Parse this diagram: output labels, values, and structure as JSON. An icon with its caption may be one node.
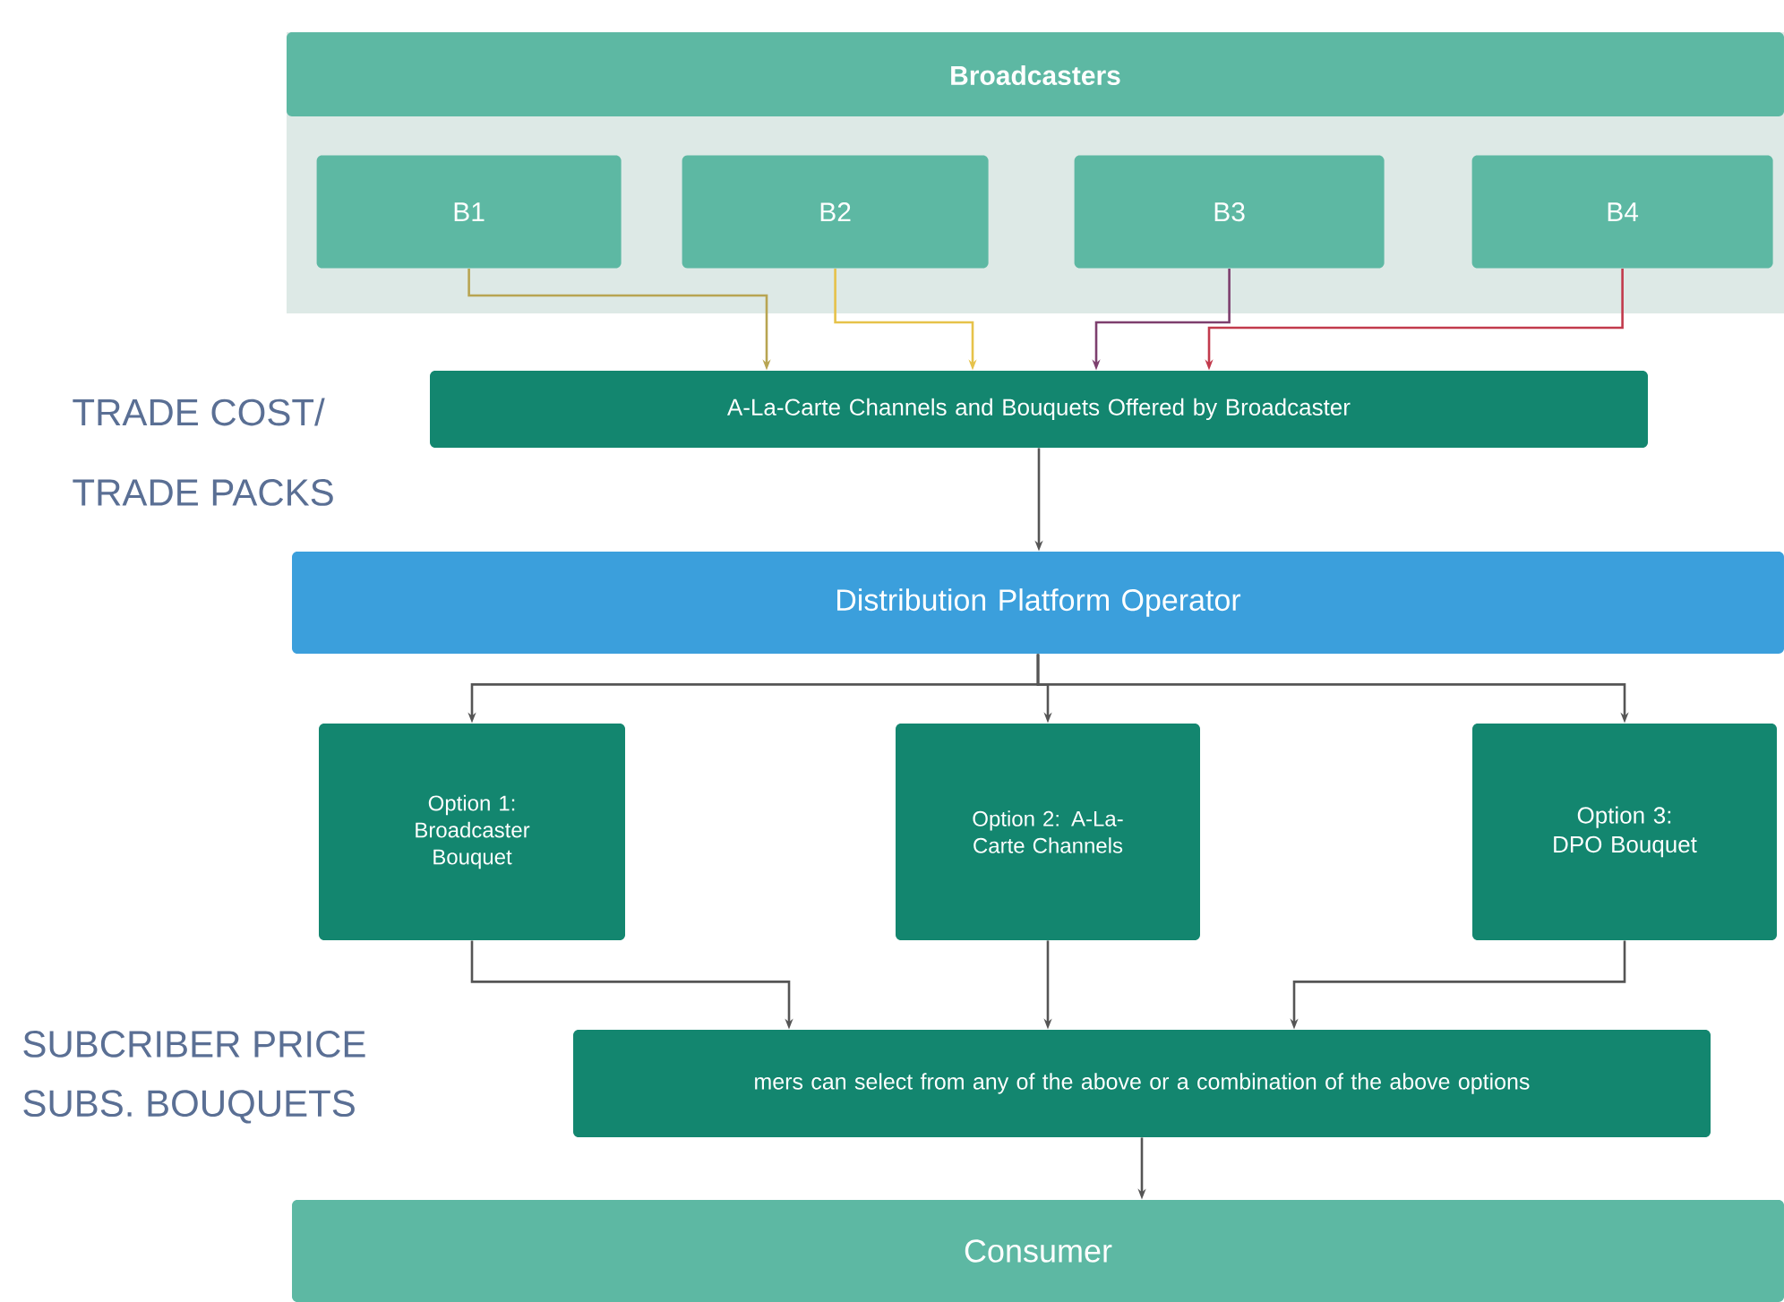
{
  "diagram": {
    "nodes": [
      {
        "text": [
          "Broadcasters"
        ]
      },
      {
        "text": [
          "B1"
        ],
        "in": 0
      },
      {
        "text": [
          "B2"
        ],
        "in": 0
      },
      {
        "text": [
          "B3"
        ],
        "in": 0
      },
      {
        "text": [
          "B4"
        ],
        "in": 0
      },
      {
        "text": [
          "A-La-Carte Channels and Bouquets Offered by Broadcaster"
        ]
      },
      {
        "text": [
          "Distribution Platform Operator"
        ]
      },
      {
        "text": [
          "Option 1: Broadcaster Bouquet"
        ]
      },
      {
        "text": [
          "Option 2: A-La-Carte Channels"
        ]
      },
      {
        "text": [
          "Option 3: DPO Bouquet"
        ]
      },
      {
        "text": [
          "mers can select from any of the above or a combination of the above options"
        ]
      },
      {
        "text": [
          "Consumer"
        ]
      }
    ],
    "edges": [
      {
        "from": 1,
        "to": 5,
        "arrow": "to",
        "color": "#b8a552"
      },
      {
        "from": 2,
        "to": 5,
        "arrow": "to",
        "color": "#e6c24a"
      },
      {
        "from": 3,
        "to": 5,
        "arrow": "to",
        "color": "#7d3f6e"
      },
      {
        "from": 4,
        "to": 5,
        "arrow": "to",
        "color": "#c23a4c"
      },
      {
        "from": 5,
        "to": 6,
        "arrow": "to"
      },
      {
        "from": 6,
        "to": 7,
        "arrow": "to"
      },
      {
        "from": 6,
        "to": 8,
        "arrow": "to"
      },
      {
        "from": 6,
        "to": 9,
        "arrow": "to"
      },
      {
        "from": 7,
        "to": 10,
        "arrow": "to"
      },
      {
        "from": 8,
        "to": 10,
        "arrow": "to"
      },
      {
        "from": 9,
        "to": 10,
        "arrow": "to"
      },
      {
        "from": 10,
        "to": 11,
        "arrow": "to"
      }
    ],
    "labels": [
      "TRADE COST/",
      "TRADE PACKS",
      "SUBCRIBER PRICE",
      "SUBS. BOUQUETS"
    ]
  }
}
